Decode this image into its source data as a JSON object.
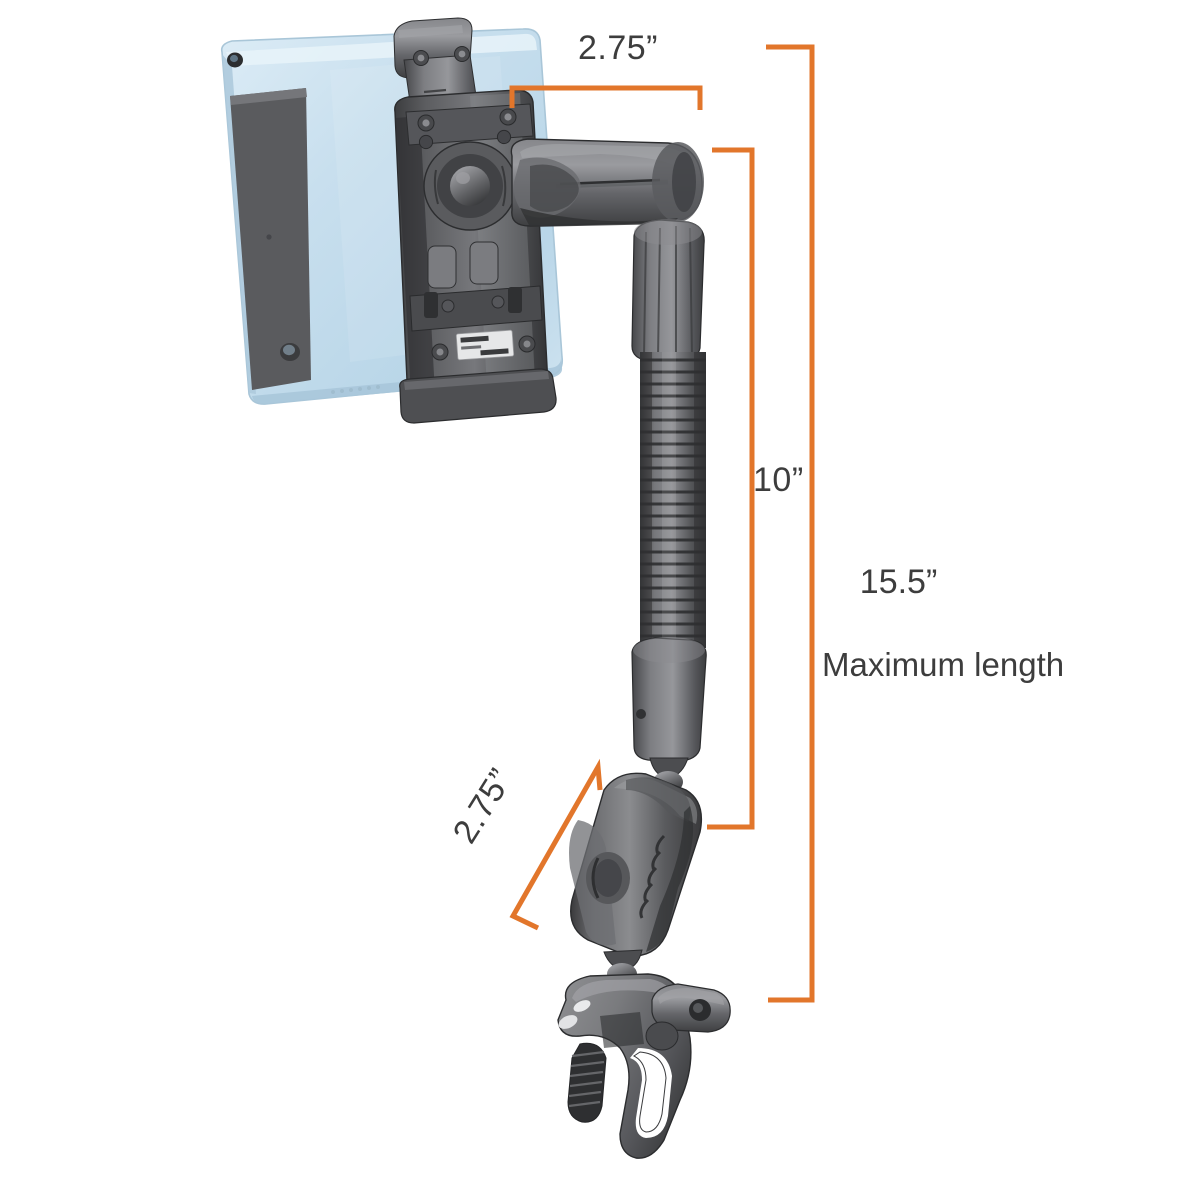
{
  "product": {
    "name": "tablet-clamp-mount",
    "description": "Tablet holder on articulating arm with clamp base",
    "parts": [
      {
        "name": "tablet",
        "label": "tablet",
        "color": "#c3dcec"
      },
      {
        "name": "tablet-cradle",
        "label": "tablet cradle"
      },
      {
        "name": "upper-socket-arm",
        "label": "upper socket arm"
      },
      {
        "name": "ribbed-extension-arm",
        "label": "ribbed extension arm"
      },
      {
        "name": "lower-socket-arm",
        "label": "lower socket arm"
      },
      {
        "name": "clamp-base",
        "label": "clamp base"
      }
    ]
  },
  "dimensions": {
    "accent_color": "#e2762b",
    "text_color": "#3d3d3d",
    "top_width": "2.75”",
    "arm_height": "10”",
    "knuckle_length": "2.75”",
    "total_length": "15.5”",
    "total_length_caption": "Maximum length"
  }
}
